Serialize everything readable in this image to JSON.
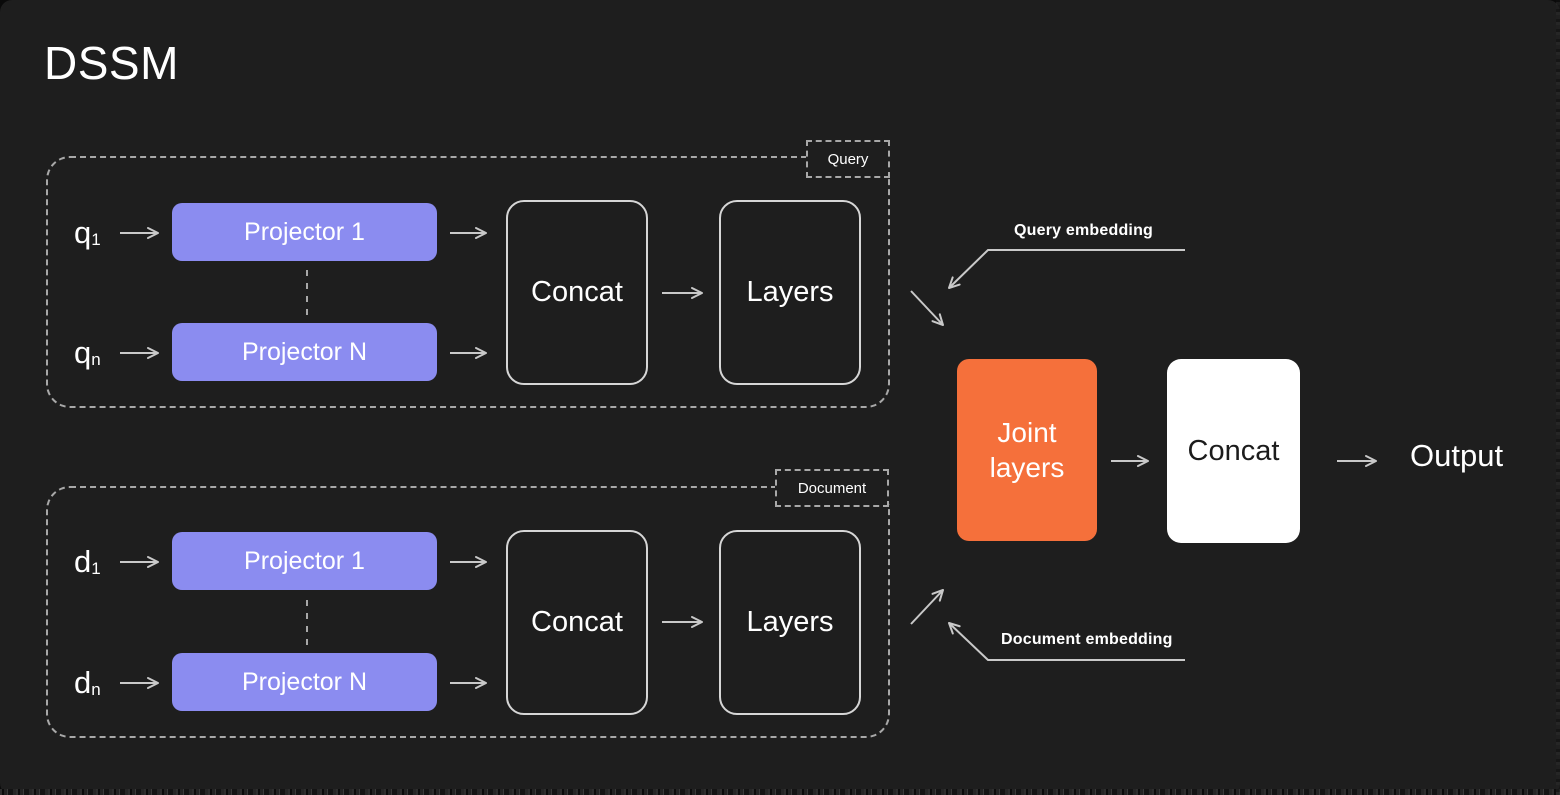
{
  "title": "DSSM",
  "colors": {
    "background": "#1e1e1e",
    "projector_fill": "#8b8cf0",
    "joint_layers_fill": "#f5703b",
    "final_concat_fill": "#ffffff",
    "arrow": "#c9c9c9",
    "dashed_border": "#a8a8a8",
    "solid_box_border": "#d6d6d6",
    "text": "#ffffff"
  },
  "query_section": {
    "label": "Query",
    "input_top": {
      "base": "q",
      "sub": "1"
    },
    "input_bottom": {
      "base": "q",
      "sub": "n"
    },
    "projector_top": "Projector 1",
    "projector_bottom": "Projector N",
    "concat": "Concat",
    "layers": "Layers"
  },
  "document_section": {
    "label": "Document",
    "input_top": {
      "base": "d",
      "sub": "1"
    },
    "input_bottom": {
      "base": "d",
      "sub": "n"
    },
    "projector_top": "Projector 1",
    "projector_bottom": "Projector N",
    "concat": "Concat",
    "layers": "Layers"
  },
  "annotations": {
    "query_embedding": "Query embedding",
    "document_embedding": "Document embedding"
  },
  "joint_layers": "Joint layers",
  "final_concat": "Concat",
  "output": "Output"
}
